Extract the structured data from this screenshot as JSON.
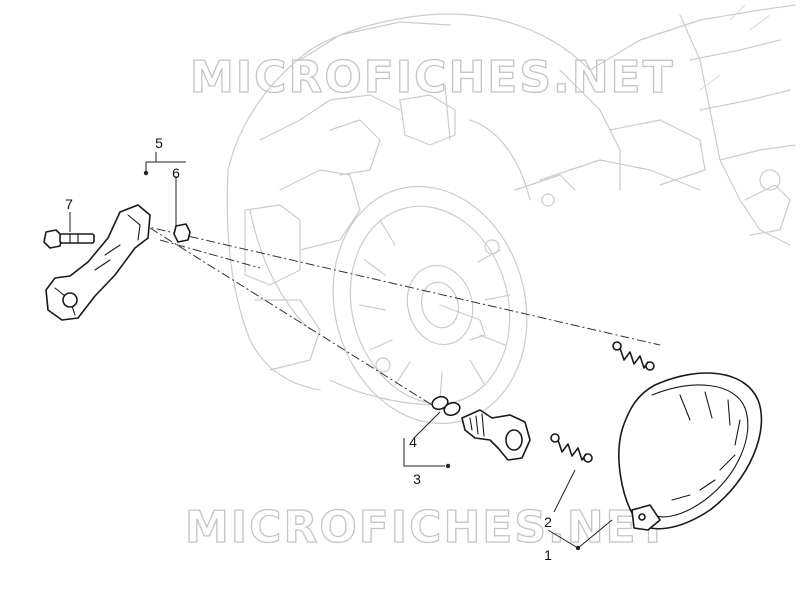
{
  "watermark": {
    "text": "MICROFICHES.NET"
  },
  "callouts": [
    {
      "id": "1",
      "label": "1"
    },
    {
      "id": "2",
      "label": "2"
    },
    {
      "id": "3",
      "label": "3"
    },
    {
      "id": "4",
      "label": "4"
    },
    {
      "id": "5",
      "label": "5"
    },
    {
      "id": "6",
      "label": "6"
    },
    {
      "id": "7",
      "label": "7"
    }
  ],
  "colors": {
    "line": "#1a1a1a",
    "ghost": "#c9cdd0",
    "watermark": "#c4c4c4"
  }
}
